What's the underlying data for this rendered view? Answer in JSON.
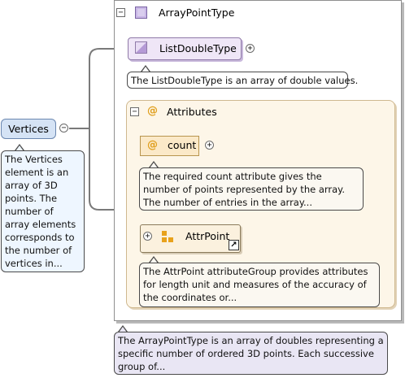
{
  "root_element": {
    "name": "Vertices",
    "doc": "The Vertices element is an array of 3D points. The number of array elements corresponds to the number of vertices in..."
  },
  "type": {
    "name": "ArrayPointType",
    "doc": "The ArrayPointType is an array of doubles representing a specific number of ordered 3D points. Each successive group of..."
  },
  "base_type": {
    "name": "ListDoubleType",
    "doc": "The ListDoubleType is an array of double values."
  },
  "attributes_group": {
    "label": "Attributes",
    "at_symbol": "@",
    "count": {
      "name": "count",
      "doc": "The required count attribute gives the number of points represented by the array. The number of entries in the array..."
    },
    "attr_point": {
      "name": "AttrPoint",
      "doc": "The AttrPoint attributeGroup provides attributes for length unit and measures of the accuracy of the coordinates or..."
    }
  },
  "glyphs": {
    "collapse": "−",
    "expand": "+",
    "shortcut": "↗"
  },
  "colors": {
    "element_fill": "#d5e3f5",
    "type_fill": "#efe6f7",
    "attribute_fill": "#fbe9c8",
    "attribute_group_fill": "#fdf6e8",
    "connector": "#7a7a7a"
  }
}
